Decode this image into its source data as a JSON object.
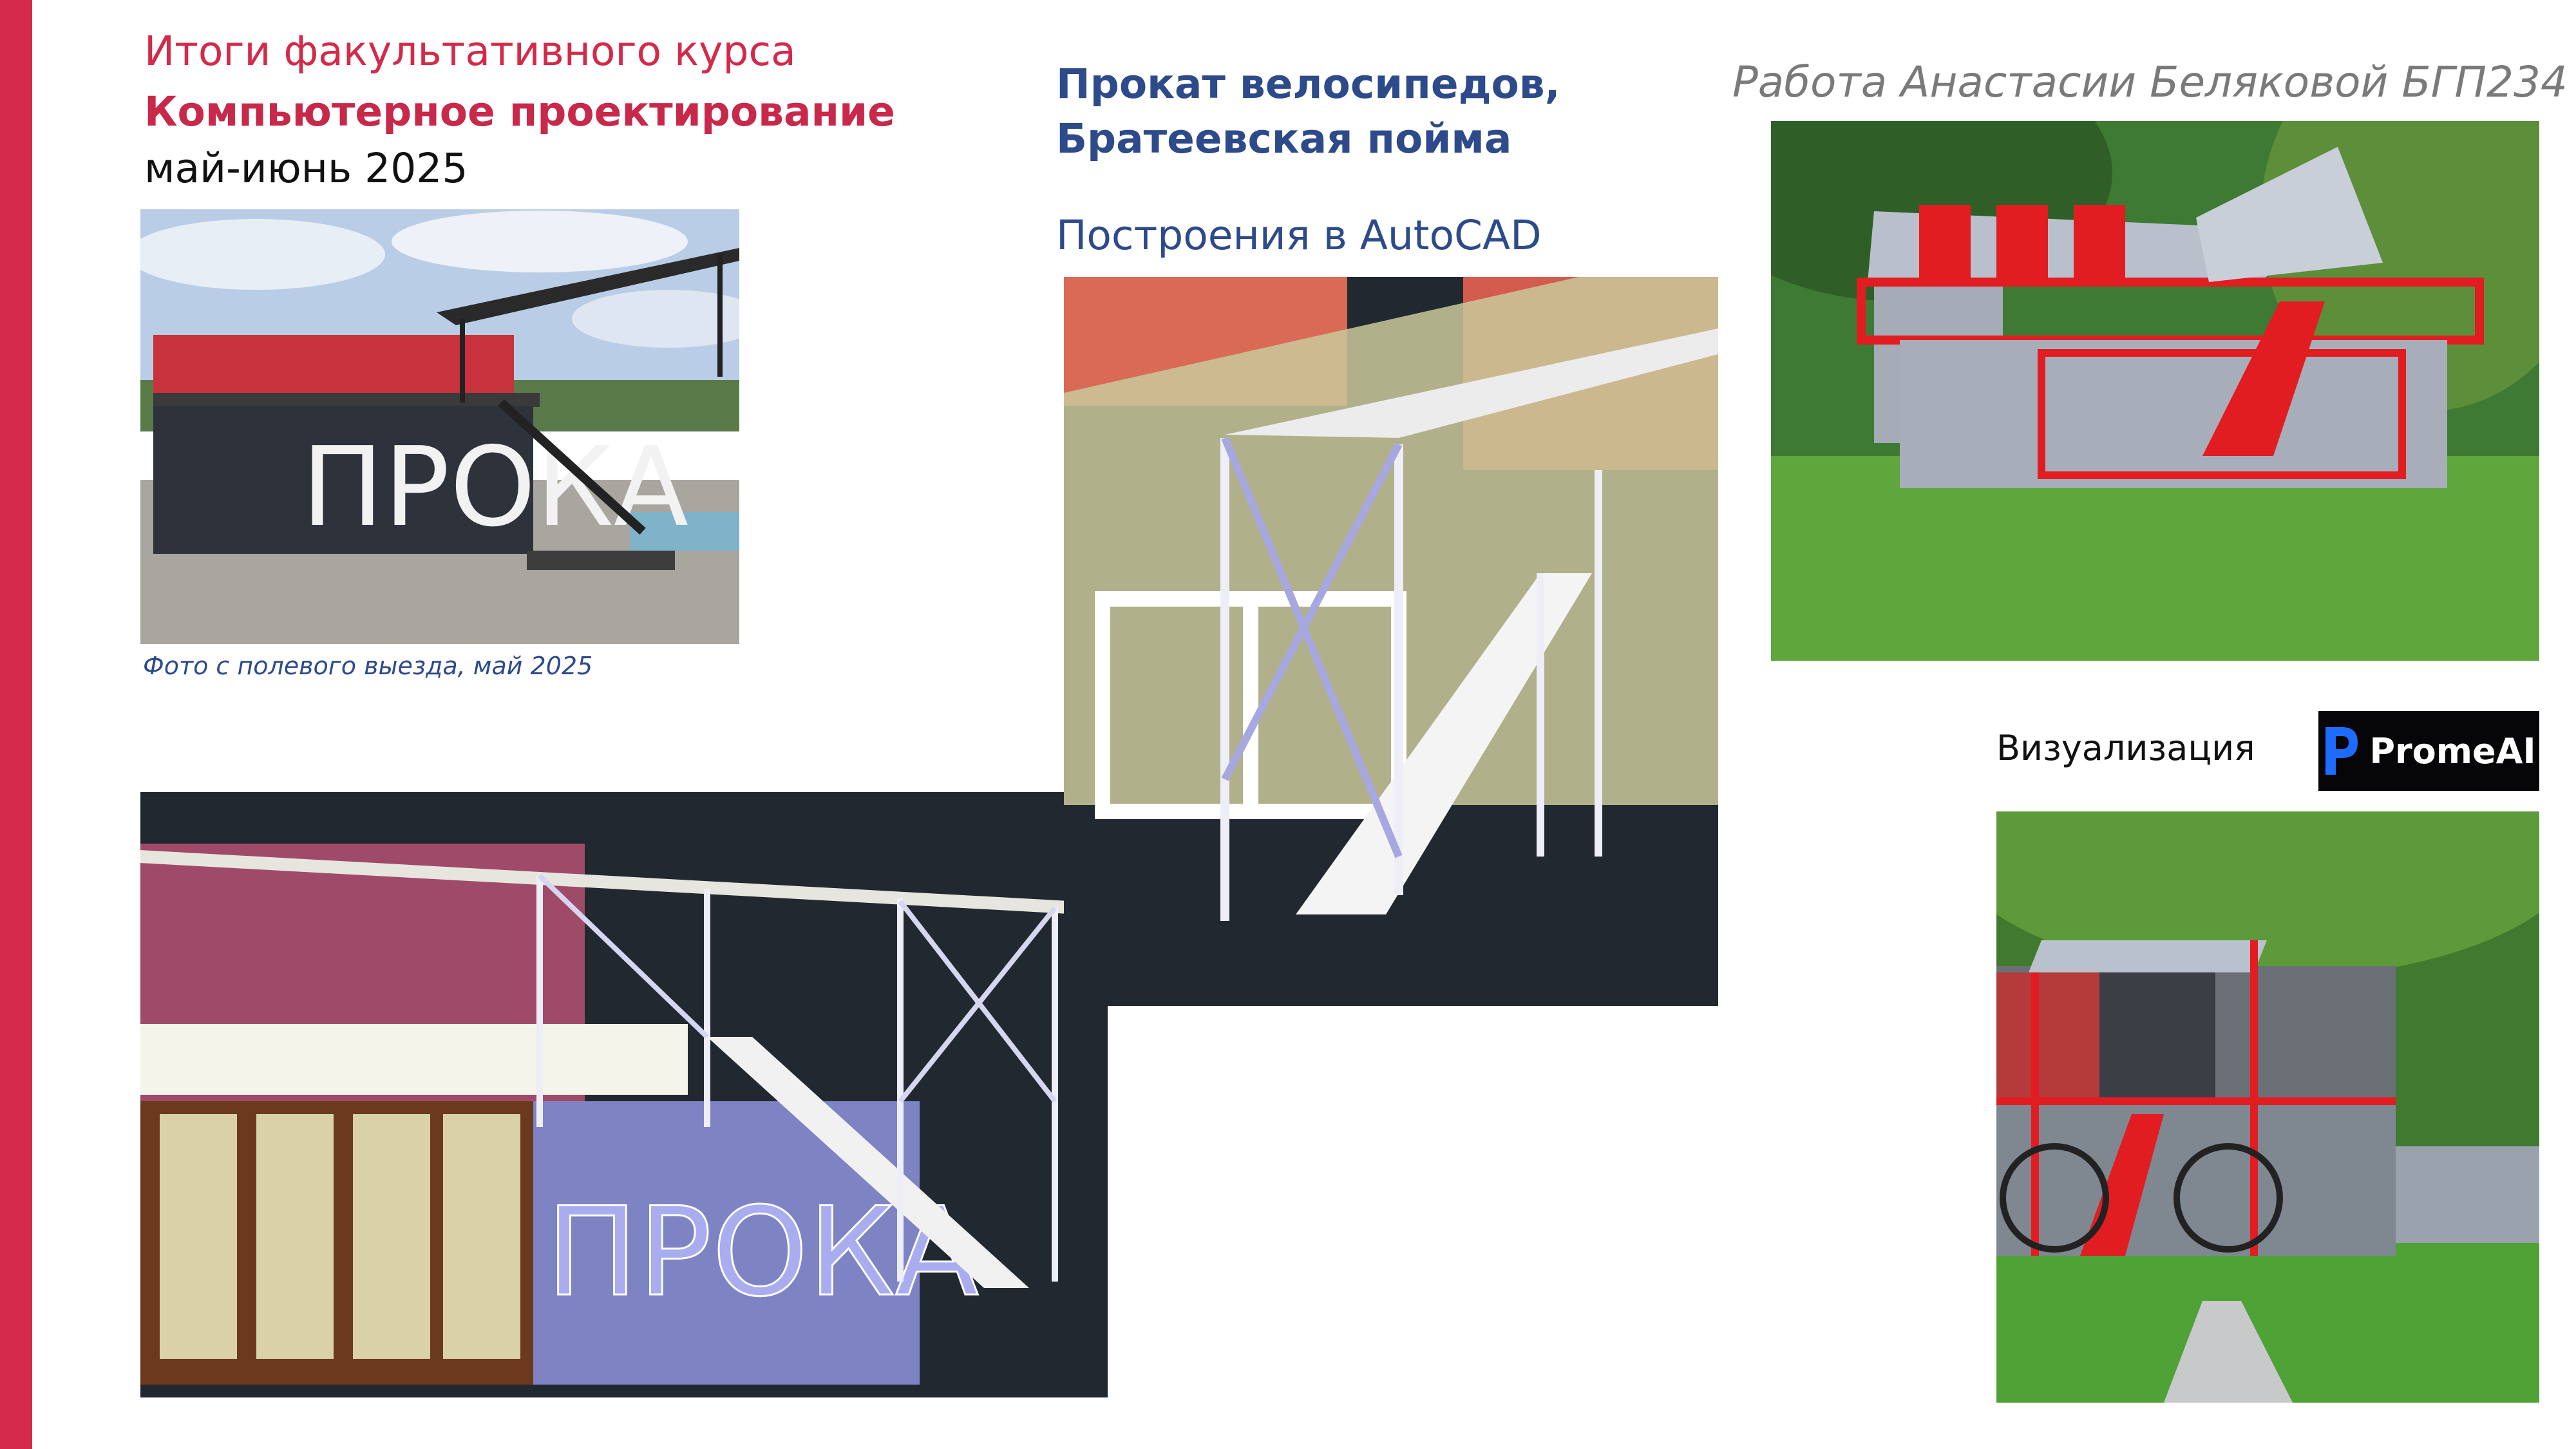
{
  "header": {
    "course_title": "Итоги факультативного курса",
    "course_subtitle": "Компьютерное проектирование",
    "course_dates": "май-июнь 2025"
  },
  "project": {
    "title_line1": "Прокат велосипедов,",
    "title_line2": "Братеевская пойма",
    "autocad_label": "Построения в AutoCAD"
  },
  "author": "Работа Анастасии Беляковой БГП234",
  "photo": {
    "caption": "Фото с полевого выезда, май 2025",
    "sign_text": "ПРОКА"
  },
  "autocad_model": {
    "sign_text": "ПРОКА"
  },
  "visualization": {
    "label": "Визуализация",
    "brand_name": "PromeAI"
  },
  "colors": {
    "accent": "#d42a4a",
    "title_blue": "#2d4a8a",
    "author_gray": "#7a7a7a",
    "cad_background": "#212830"
  },
  "icons": {
    "brand_logo": "promeai-logo-icon"
  }
}
